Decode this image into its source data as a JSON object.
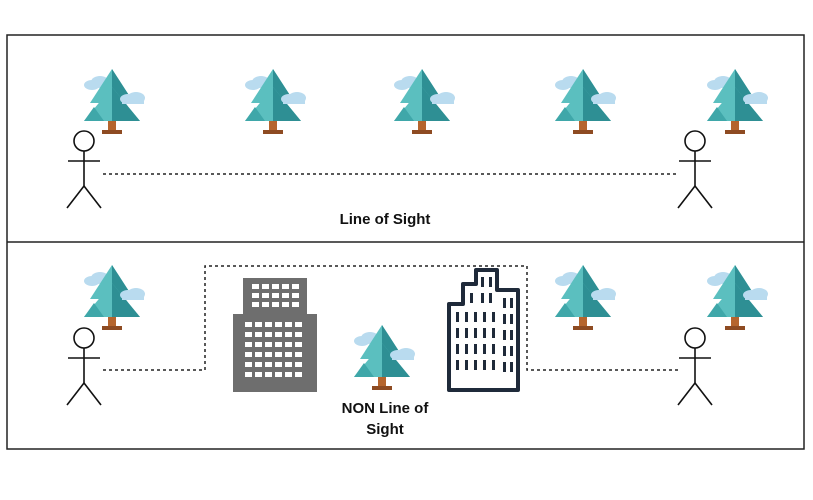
{
  "panels": [
    {
      "label": "Line of Sight"
    },
    {
      "label_lines": [
        "NON Line of",
        "Sight"
      ]
    }
  ],
  "icons": {
    "tree": "pine-tree-icon",
    "person": "stick-figure-icon",
    "building_gray": "office-building-icon",
    "building_outline": "skyscraper-outline-icon"
  },
  "colors": {
    "frame": "#222222",
    "tree_light": "#5bbfbf",
    "tree_dark": "#2e8f94",
    "trunk": "#b5652e",
    "cloud": "#b9dbef",
    "building_gray": "#6e6e6e",
    "building_outline": "#1f2a3a"
  }
}
